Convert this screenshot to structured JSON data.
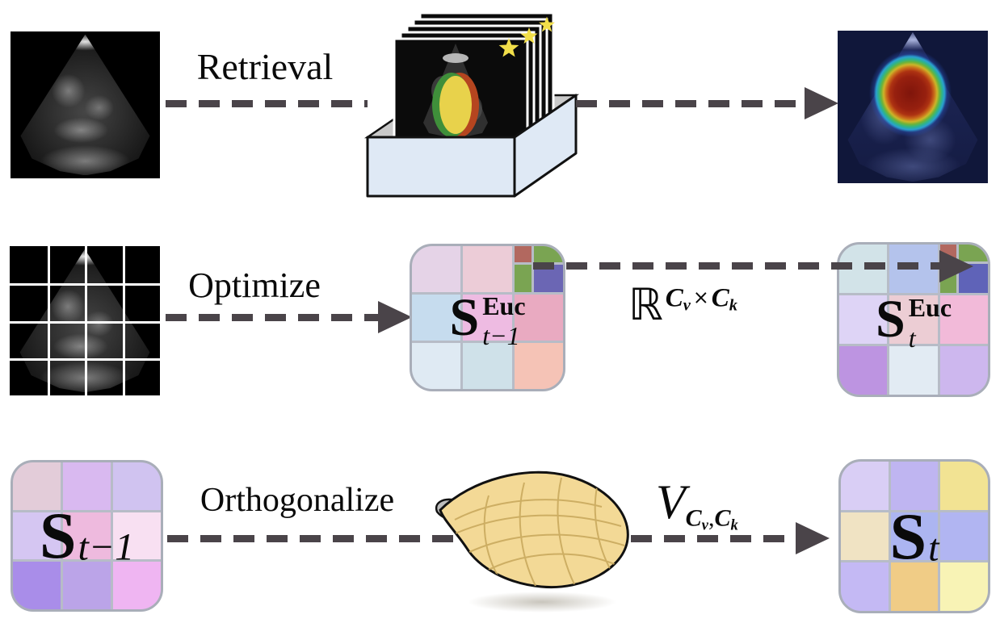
{
  "labels": {
    "retrieval": "Retrieval",
    "optimize": "Optimize",
    "orthogonalize": "Orthogonalize"
  },
  "math": {
    "euclidean_space": {
      "set_symbol": "ℝ",
      "dim1": "C",
      "dim1_sub": "v",
      "times": "×",
      "dim2": "C",
      "dim2_sub": "k"
    },
    "stiefel_manifold": {
      "symbol": "V",
      "dim1": "C",
      "dim1_sub": "v",
      "separator": ",",
      "dim2": "C",
      "dim2_sub": "k"
    }
  },
  "matrices": {
    "s_euc_prev": {
      "base": "S",
      "sup": "Euc",
      "sub": "t−1",
      "cells": [
        "#e5d3e7",
        "#ecccd7",
        [
          "#b2685f",
          "#7aa452",
          "#7aa452",
          "#6b66b4"
        ],
        "#c6dcee",
        "#eebbe2",
        "#e9aac1",
        "#dfeaf3",
        "#cfe1e9",
        "#f5c3b6"
      ]
    },
    "s_euc_curr": {
      "base": "S",
      "sup": "Euc",
      "sub": "t",
      "cells": [
        "#d2e3e8",
        "#b4c3ec",
        [
          "#b2685f",
          "#7aa452",
          "#7aa452",
          "#5f63b8"
        ],
        "#ded4f6",
        "#eccdd4",
        "#f2bad9",
        "#bd94e1",
        "#e2ebf3",
        "#cdb7ee"
      ]
    },
    "s_prev": {
      "base": "S",
      "sub": "t−1",
      "cells": [
        "#e3ccd9",
        "#d9b9f0",
        "#d0c3f0",
        "#d5c6f2",
        "#eebade",
        "#f8e0f2",
        "#a98de9",
        "#bba4e8",
        "#efb5f2"
      ]
    },
    "s_curr": {
      "base": "S",
      "sub": "t",
      "cells": [
        "#d9cef5",
        "#bfb5f1",
        "#f2e393",
        "#f0e3c3",
        "#acb5f1",
        "#b1b5f2",
        "#c4b9f4",
        "#f0cc86",
        "#f8f3b5"
      ]
    }
  },
  "colors": {
    "arrow": "#4a4449",
    "outline": "#111111",
    "box_fill": "#dfe9f5",
    "box_interior": "#c9c9c9",
    "frame": "#0b0b0b",
    "frame_gap": "#ffffff",
    "star": "#f2df4a",
    "matrix_border": "#a9aeb9",
    "matrix_gap": "#b7bcc7",
    "manifold_fill": "#f3d996",
    "manifold_line": "#c9a95e",
    "manifold_under": "#bdbdbd",
    "seg": {
      "yellow": "#e8d24b",
      "green": "#3f8f3a",
      "red": "#b5451f"
    }
  }
}
